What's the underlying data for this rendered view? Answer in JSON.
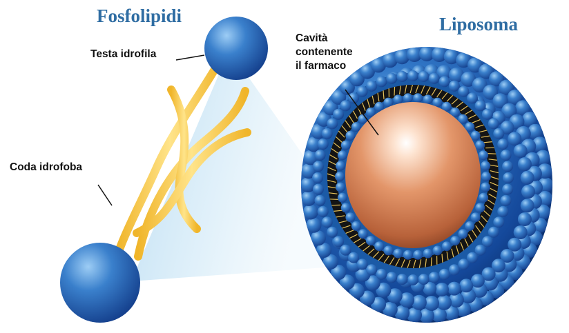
{
  "titles": {
    "left": "Fosfolipidi",
    "right": "Liposoma"
  },
  "labels": {
    "head": "Testa idrofila",
    "tail": "Coda idrofoba",
    "cavity_lines": [
      "Cavità",
      "contenente",
      "il farmaco"
    ]
  },
  "colors": {
    "title_text": "#2f6da3",
    "label_text": "#111111",
    "sphere_blue": "#1f5fb0",
    "tail_yellow": "#f4c43a",
    "core_orange": "#d9814f",
    "bilayer_dark": "#141414"
  }
}
